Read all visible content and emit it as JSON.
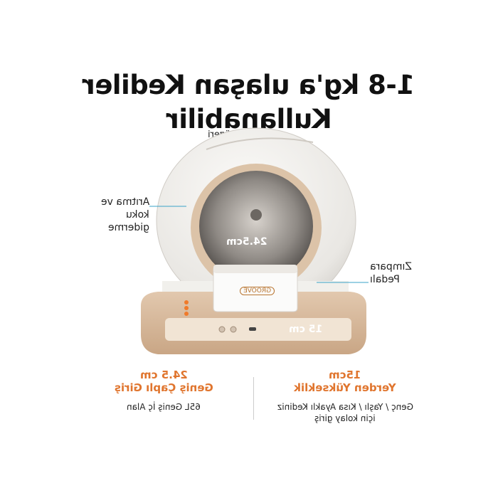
{
  "headline": {
    "line1": "1-8 kg'a ulaşan Kediler",
    "line2": "Kullanabilir"
  },
  "subtitle": "* 6 ay ve üzeri",
  "callouts": {
    "left": [
      "Arıtma ve",
      "koku",
      "giderme"
    ],
    "right": [
      "Zımpara",
      "Pedalı"
    ]
  },
  "device": {
    "entrance_label": "24.5cm",
    "step_brand": "GROOVE",
    "base_label": "15 cm"
  },
  "features": {
    "left": {
      "value": "24.5 cm",
      "title": "Geniş Çaplı Giriş",
      "desc": "65L Geniş İç Alan"
    },
    "right": {
      "value": "15cm",
      "title": "Yerden Yükseklik",
      "desc_line1": "Genç / Yaşlı / Kısa Ayaklı Kediniz",
      "desc_line2": "için kolay giriş"
    }
  },
  "colors": {
    "accent": "#e0752e",
    "base": "#d6b89c",
    "shell": "#f4f3f0",
    "leader": "#3aa3c8"
  }
}
